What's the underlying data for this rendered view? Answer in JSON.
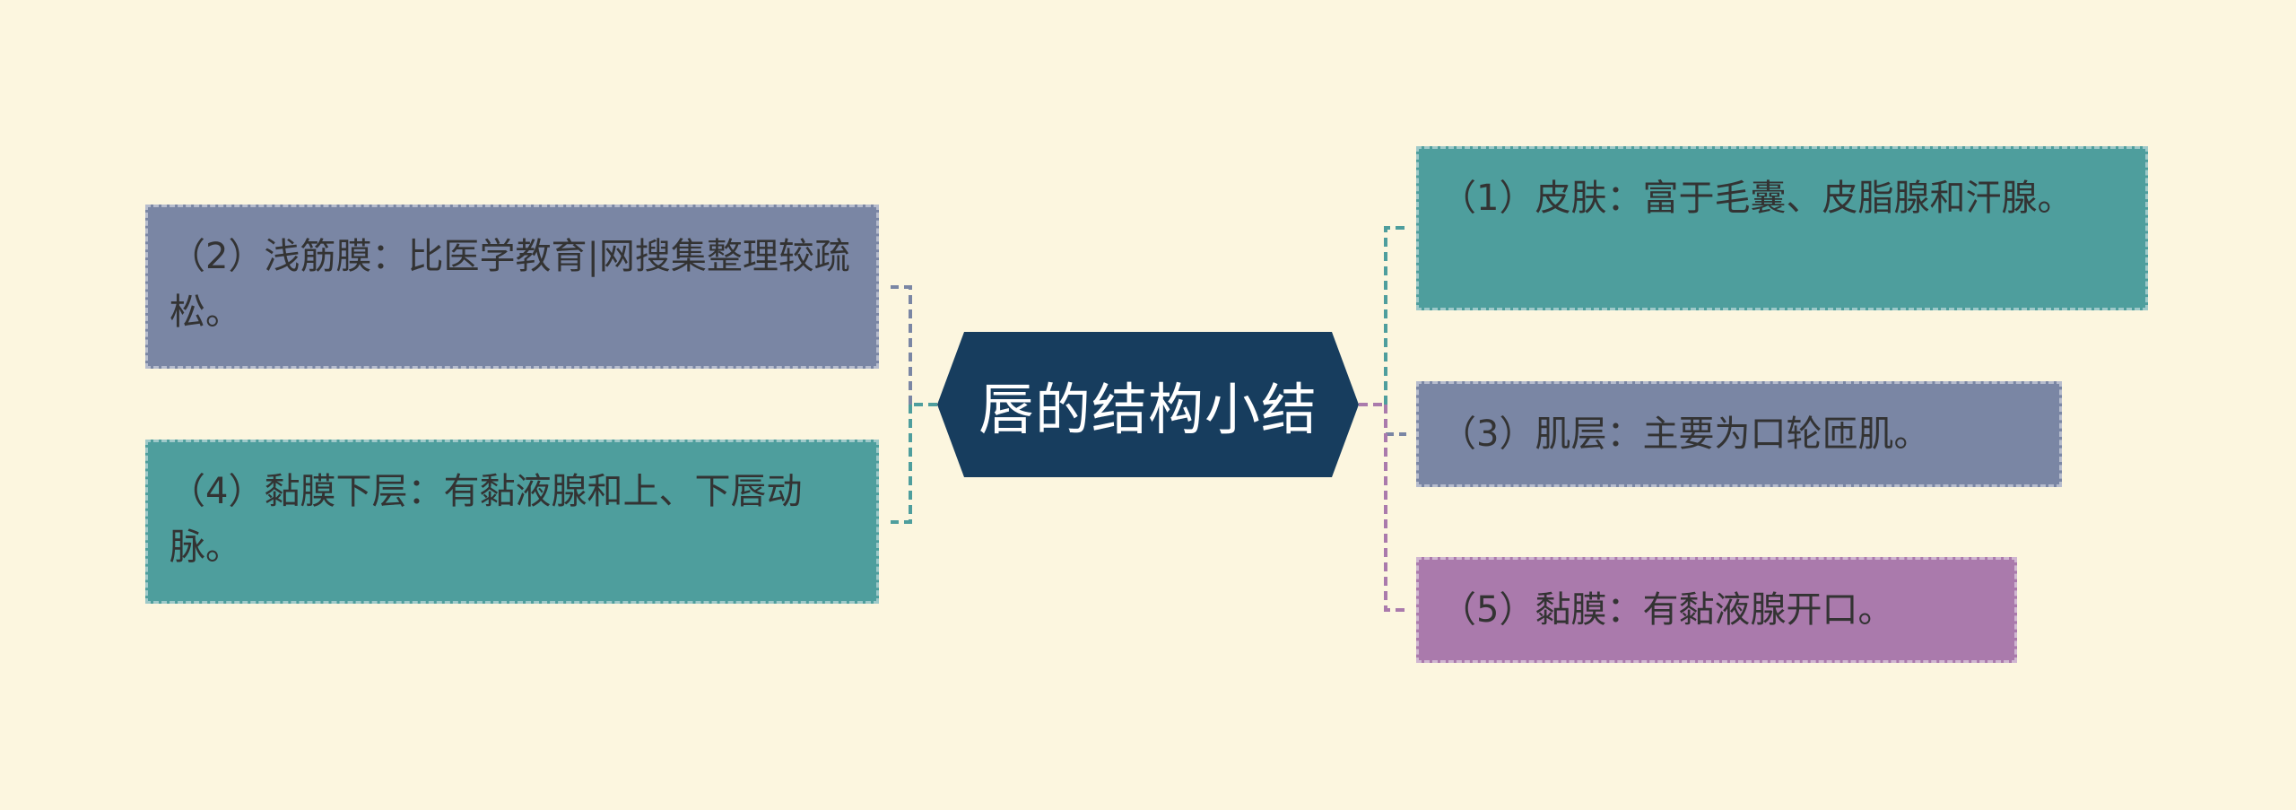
{
  "mindmap": {
    "root": {
      "label": "唇的结构小结",
      "color": "#173d5e"
    },
    "left_branches": [
      {
        "id": "n2",
        "label": "（2）浅筋膜：比医学教育|网搜集整理较疏松。",
        "color": "#7a86a4"
      },
      {
        "id": "n4",
        "label": "（4）黏膜下层：有黏液腺和上、下唇动脉。",
        "color": "#4e9e9d"
      }
    ],
    "right_branches": [
      {
        "id": "n1",
        "label": "（1）皮肤：富于毛囊、皮脂腺和汗腺。",
        "color": "#4e9e9d"
      },
      {
        "id": "n3",
        "label": "（3）肌层：主要为口轮匝肌。",
        "color": "#7a86a4"
      },
      {
        "id": "n5",
        "label": "（5）黏膜：有黏液腺开口。",
        "color": "#aa7aac"
      }
    ]
  },
  "colors": {
    "background": "#fcf6df",
    "text_dark": "#333333",
    "text_light": "#ffffff",
    "connector_teal": "#4e9e9d",
    "connector_slate": "#7a86a4",
    "connector_purple": "#aa7aac"
  }
}
